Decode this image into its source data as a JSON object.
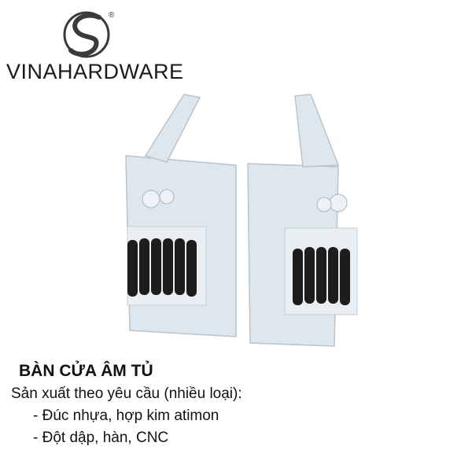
{
  "brand": {
    "name": "VINAHARDWARE",
    "registered_mark": "®",
    "logo_icon": "stylized-s-disc-logo"
  },
  "product_photo": {
    "subject": "two-hinge-plates-with-springs"
  },
  "caption": {
    "title": "BÀN CỬA ÂM TỦ",
    "intro": "Sản xuất theo yêu cầu (nhiều loại):",
    "bullets": [
      "- Đúc nhựa, hợp kim atimon",
      "- Đột dập, hàn, CNC"
    ]
  },
  "colors": {
    "plate": "#dfe7ee",
    "spring": "#1d1d1d",
    "text": "#111111"
  }
}
